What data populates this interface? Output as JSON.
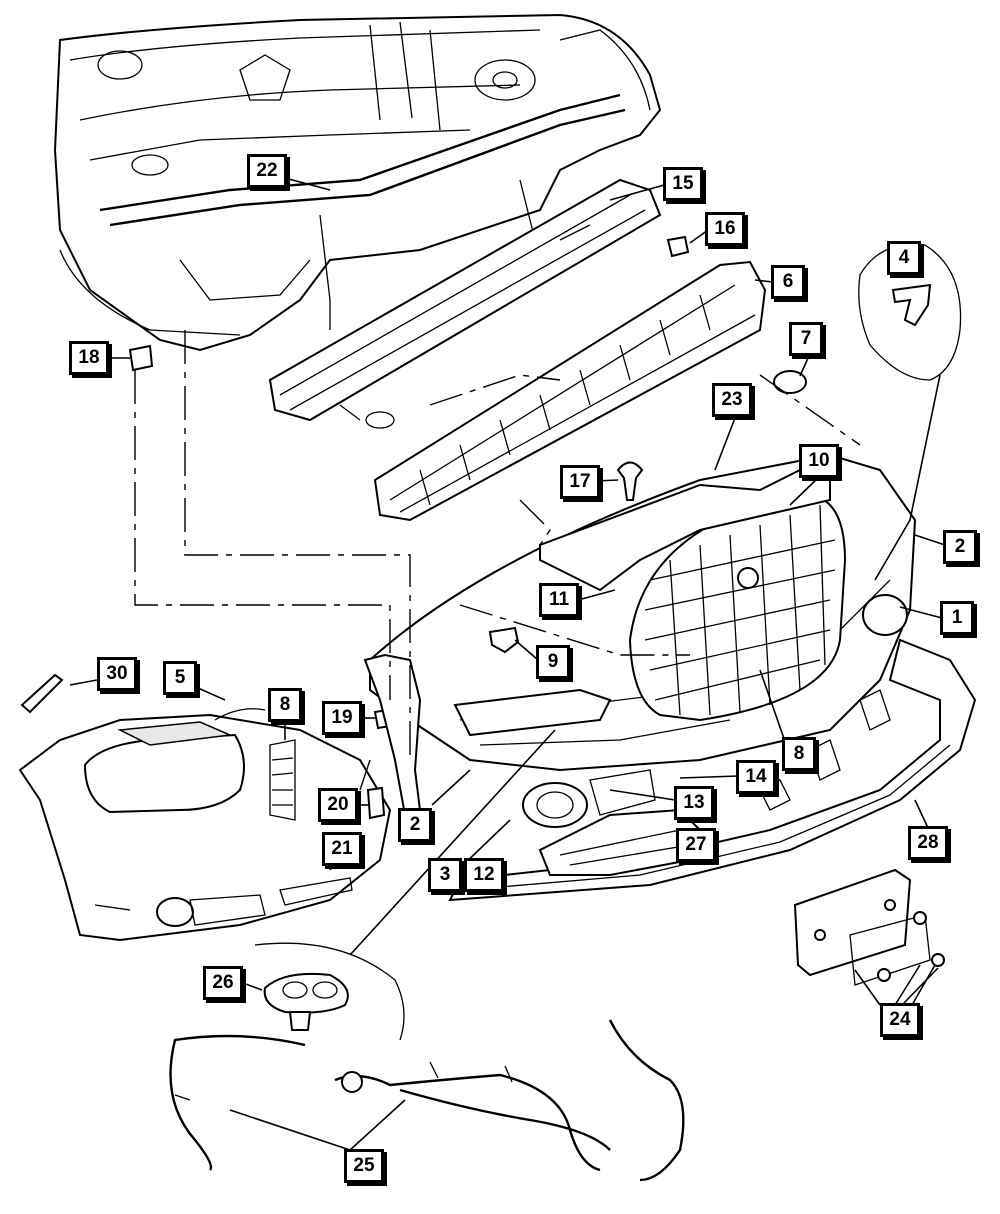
{
  "callouts": [
    {
      "label": "22"
    },
    {
      "label": "15"
    },
    {
      "label": "16"
    },
    {
      "label": "6"
    },
    {
      "label": "4"
    },
    {
      "label": "7"
    },
    {
      "label": "18"
    },
    {
      "label": "23"
    },
    {
      "label": "17"
    },
    {
      "label": "10"
    },
    {
      "label": "2"
    },
    {
      "label": "1"
    },
    {
      "label": "11"
    },
    {
      "label": "9"
    },
    {
      "label": "30"
    },
    {
      "label": "5"
    },
    {
      "label": "8"
    },
    {
      "label": "19"
    },
    {
      "label": "8"
    },
    {
      "label": "14"
    },
    {
      "label": "20"
    },
    {
      "label": "2"
    },
    {
      "label": "13"
    },
    {
      "label": "28"
    },
    {
      "label": "21"
    },
    {
      "label": "27"
    },
    {
      "label": "3"
    },
    {
      "label": "12"
    },
    {
      "label": "26"
    },
    {
      "label": "24"
    },
    {
      "label": "25"
    }
  ]
}
